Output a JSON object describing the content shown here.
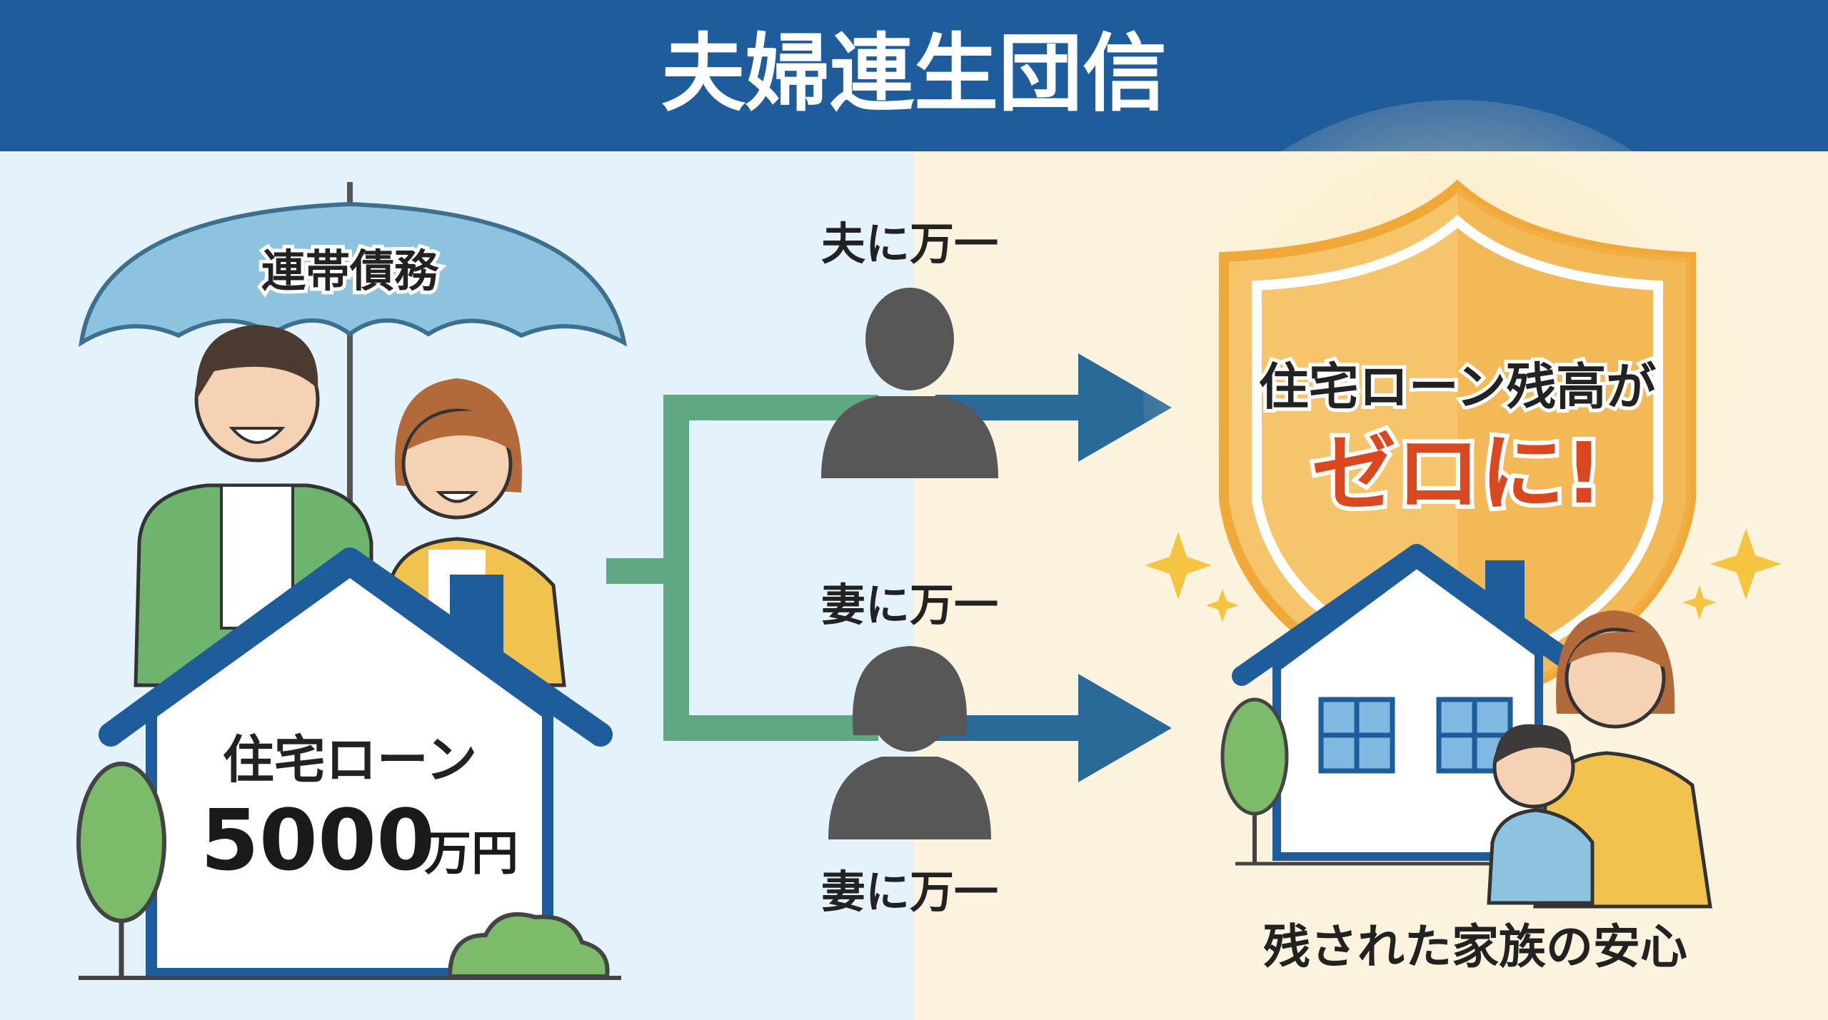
{
  "header": {
    "title": "夫婦連生団信"
  },
  "left": {
    "umbrella_label": "連帯債務",
    "house_line1": "住宅ローン",
    "amount_number": "5000",
    "amount_unit": "万円"
  },
  "middle": {
    "husband_label": "夫に万一",
    "wife_label_top": "妻に万一",
    "wife_label_bottom": "妻に万一"
  },
  "right": {
    "shield_line1": "住宅ローン残高が",
    "shield_line2": "ゼロに!",
    "caption": "残された家族の安心"
  },
  "colors": {
    "header": "#1f5c9c",
    "left_bg": "#e4f2fb",
    "right_bg": "#fbf3dd",
    "connector": "#5fa882",
    "arrow": "#2a6a98",
    "shield": "#f2b24a",
    "accent_red": "#d9481e"
  }
}
